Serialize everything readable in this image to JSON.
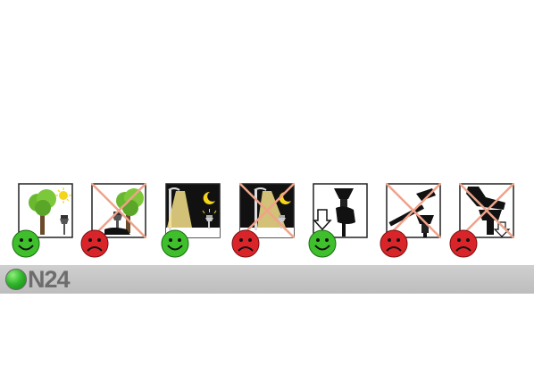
{
  "brand": {
    "logo_text": "N24",
    "logo_dot_color": "#2fb52a",
    "bar_color": "#c6c6c6"
  },
  "colors": {
    "good": "#3fbf2c",
    "bad": "#d9252a",
    "cross": "#f0a38a",
    "tree_green": "#6ab82f",
    "sun": "#f4d51a"
  },
  "panels": [
    {
      "id": 1,
      "scene": "lamp-in-sunny-place-near-tree",
      "verdict": "good",
      "crossed": false
    },
    {
      "id": 2,
      "scene": "lamp-in-shade-under-tree",
      "verdict": "bad",
      "crossed": true
    },
    {
      "id": 3,
      "scene": "lamp-away-from-street-light",
      "verdict": "good",
      "crossed": false
    },
    {
      "id": 4,
      "scene": "lamp-under-street-light",
      "verdict": "bad",
      "crossed": true
    },
    {
      "id": 5,
      "scene": "push-lamp-into-soil-by-hand",
      "verdict": "good",
      "crossed": false
    },
    {
      "id": 6,
      "scene": "hammer-lamp-into-ground",
      "verdict": "bad",
      "crossed": true
    },
    {
      "id": 7,
      "scene": "press-lamp-with-foot",
      "verdict": "bad",
      "crossed": true
    }
  ]
}
